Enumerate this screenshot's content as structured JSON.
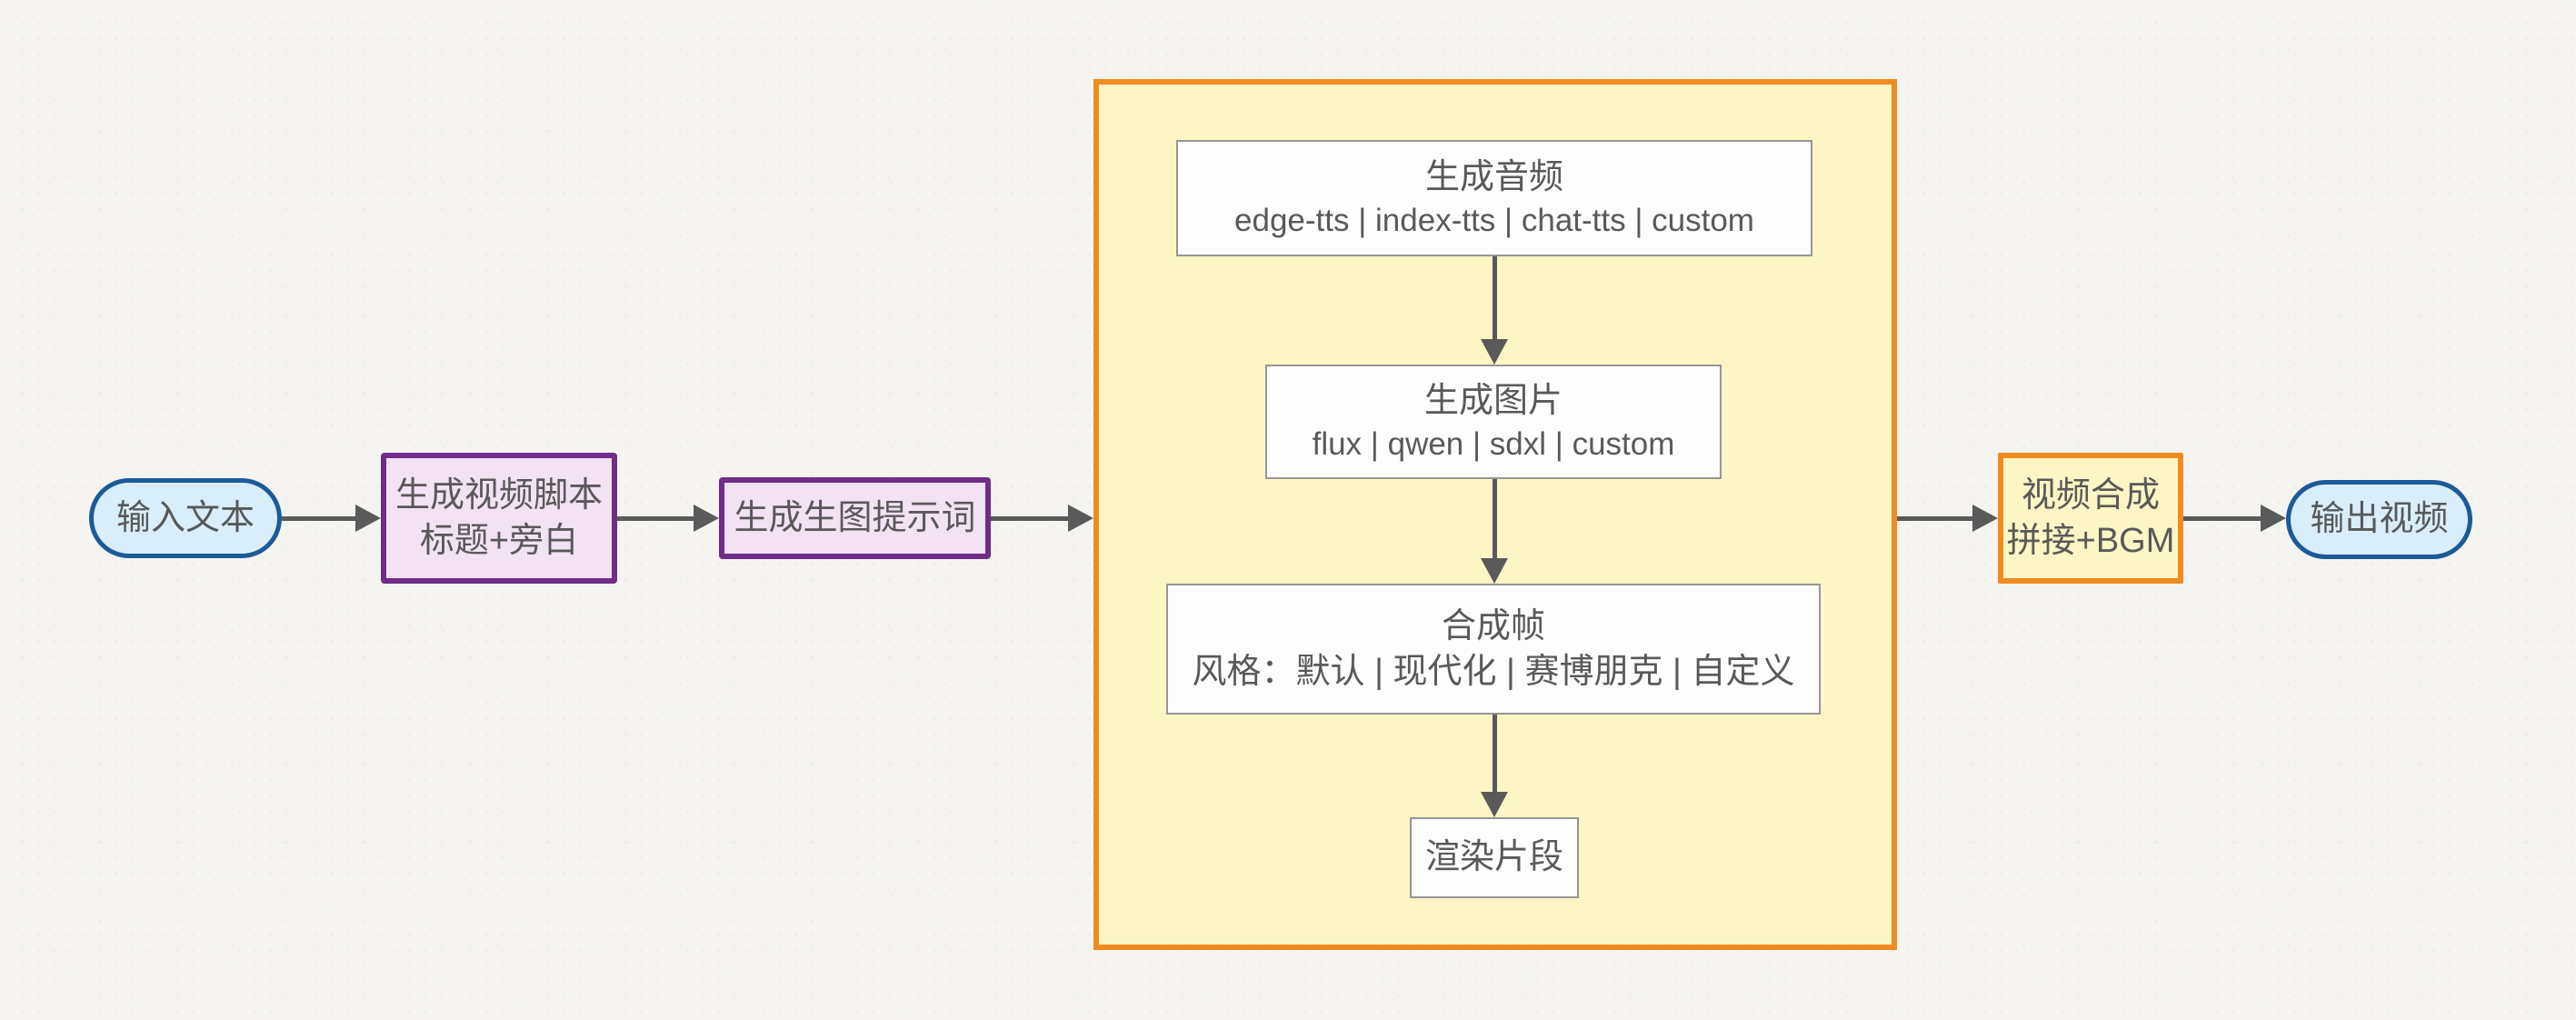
{
  "colors": {
    "background": "#f5f4f1",
    "arrow": "#5a5a5a",
    "text": "#595959",
    "terminal_fill": "#daeefa",
    "terminal_border": "#1b5b98",
    "purple_fill": "#f2e2f3",
    "purple_border": "#6f2c88",
    "yellow_fill": "#fcf5c4",
    "orange_border": "#f08c1f",
    "white_fill": "#fdfdfd",
    "gray_border": "#969696"
  },
  "nodes": {
    "input": {
      "label": "输入文本"
    },
    "script": {
      "line1": "生成视频脚本",
      "line2": "标题+旁白"
    },
    "prompt": {
      "label": "生成生图提示词"
    },
    "audio": {
      "line1": "生成音频",
      "line2": "edge-tts | index-tts | chat-tts | custom"
    },
    "image": {
      "line1": "生成图片",
      "line2": "flux | qwen | sdxl | custom"
    },
    "frames": {
      "line1": "合成帧",
      "line2": "风格：默认 | 现代化 | 赛博朋克 | 自定义"
    },
    "render": {
      "label": "渲染片段"
    },
    "compose": {
      "line1": "视频合成",
      "line2": "拼接+BGM"
    },
    "output": {
      "label": "输出视频"
    }
  }
}
